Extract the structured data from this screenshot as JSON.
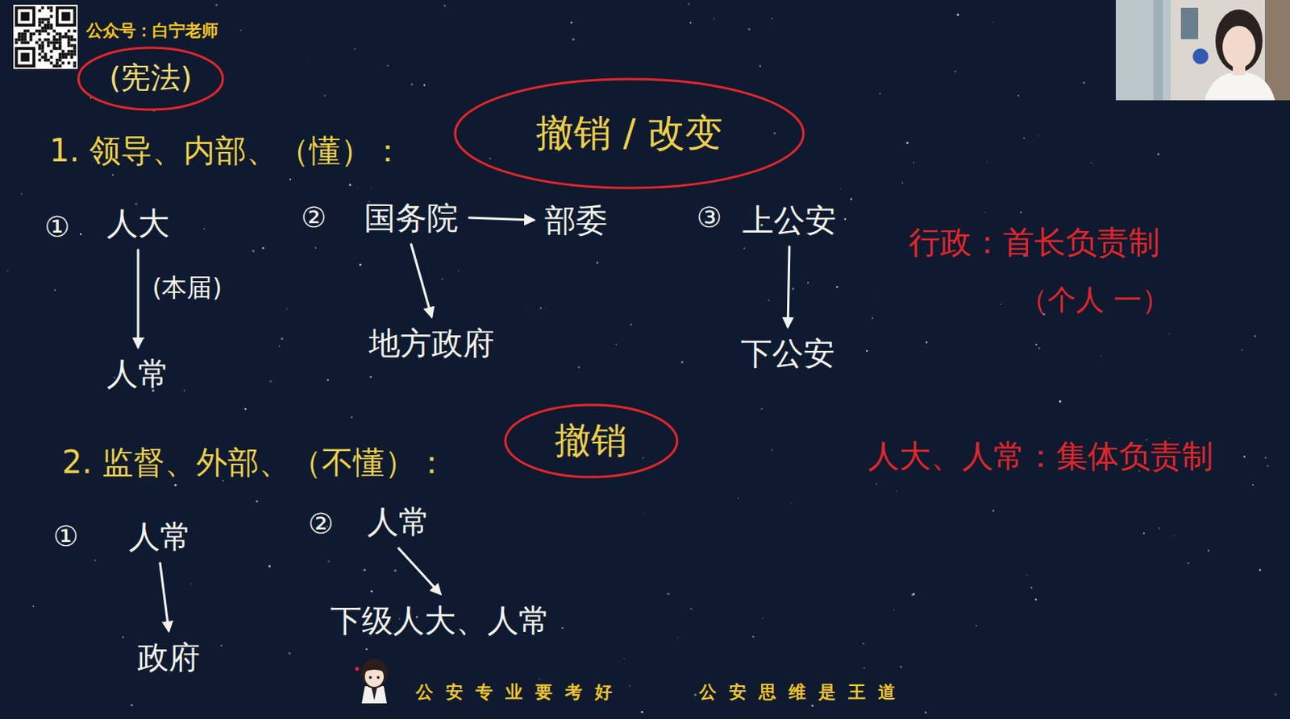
{
  "diagram": {
    "nodes": [
      {
        "text": [
          "(宪法)"
        ]
      },
      {
        "text": [
          "撤销 / 改变"
        ]
      },
      {
        "text": [
          "人大"
        ]
      },
      {
        "text": [
          "国务院"
        ]
      },
      {
        "text": [
          "部委"
        ]
      },
      {
        "text": [
          "上公安"
        ]
      },
      {
        "text": [
          "人常"
        ]
      },
      {
        "text": [
          "地方政府"
        ]
      },
      {
        "text": [
          "下公安"
        ]
      },
      {
        "text": [
          "撤销"
        ]
      },
      {
        "text": [
          "人常"
        ]
      },
      {
        "text": [
          "人常"
        ]
      },
      {
        "text": [
          "政府"
        ]
      },
      {
        "text": [
          "下级人大、人常"
        ]
      }
    ],
    "edges": [
      {
        "from": 2,
        "to": 6,
        "label": "(本届)",
        "arrow": "to"
      },
      {
        "from": 3,
        "to": 4,
        "arrow": "to"
      },
      {
        "from": 3,
        "to": 7,
        "arrow": "to"
      },
      {
        "from": 5,
        "to": 8,
        "arrow": "to"
      },
      {
        "from": 10,
        "to": 12,
        "arrow": "to"
      },
      {
        "from": 11,
        "to": 13,
        "arrow": "to"
      }
    ],
    "labels": [
      "公众号：白宁老师",
      "1. 领导、内部、（懂）：",
      "①",
      "②",
      "③",
      "行政：首长负责制",
      "（个人 一）",
      "2. 监督、外部、（不懂）：",
      "①",
      "②",
      "人大、人常：集体负责制",
      "公安专业要考好",
      "公安思维是王道"
    ]
  }
}
